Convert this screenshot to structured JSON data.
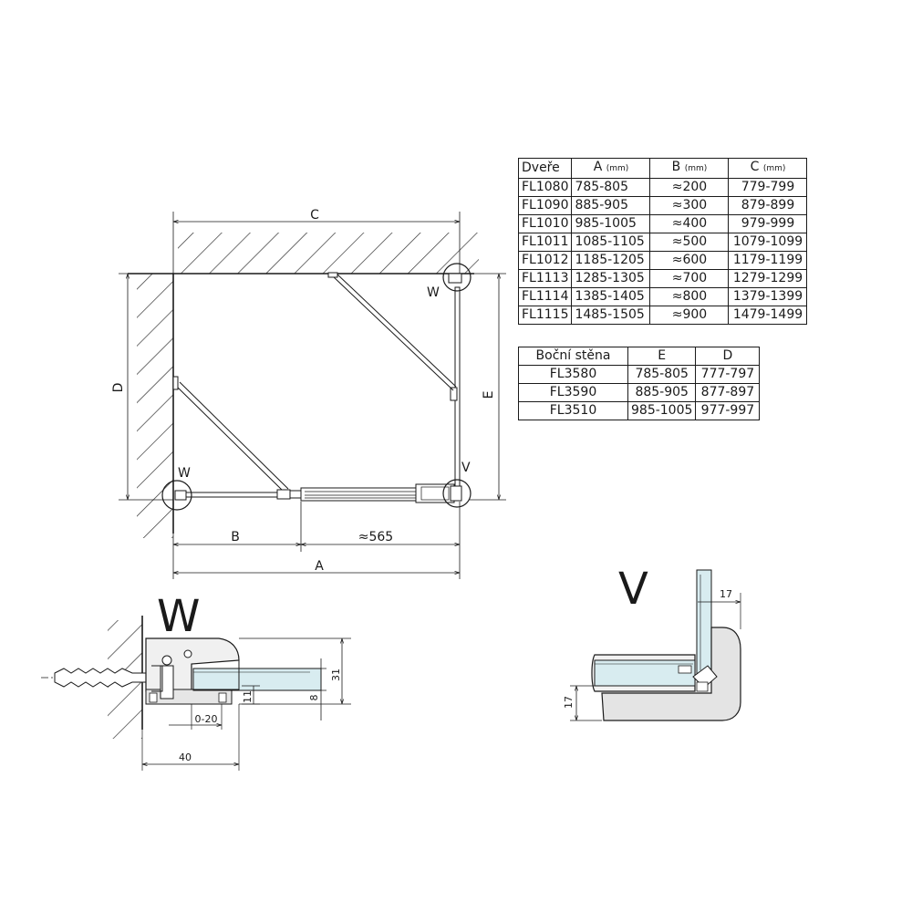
{
  "plan": {
    "dim_c": "C",
    "dim_d": "D",
    "dim_e": "E",
    "dim_a": "A",
    "dim_b": "B",
    "dim_door": "≈565",
    "hinge_w_top": "W",
    "hinge_w_left": "W",
    "hinge_v": "V"
  },
  "doors_table": {
    "headers": [
      {
        "label": "Dveře",
        "unit": ""
      },
      {
        "label": "A",
        "unit": "(mm)"
      },
      {
        "label": "B",
        "unit": "(mm)"
      },
      {
        "label": "C",
        "unit": "(mm)"
      }
    ],
    "rows": [
      [
        "FL1080",
        "785-805",
        "≈200",
        "779-799"
      ],
      [
        "FL1090",
        "885-905",
        "≈300",
        "879-899"
      ],
      [
        "FL1010",
        "985-1005",
        "≈400",
        "979-999"
      ],
      [
        "FL1011",
        "1085-1105",
        "≈500",
        "1079-1099"
      ],
      [
        "FL1012",
        "1185-1205",
        "≈600",
        "1179-1199"
      ],
      [
        "FL1113",
        "1285-1305",
        "≈700",
        "1279-1299"
      ],
      [
        "FL1114",
        "1385-1405",
        "≈800",
        "1379-1399"
      ],
      [
        "FL1115",
        "1485-1505",
        "≈900",
        "1479-1499"
      ]
    ]
  },
  "side_table": {
    "headers": [
      "Boční stěna",
      "E",
      "D"
    ],
    "rows": [
      [
        "FL3580",
        "785-805",
        "777-797"
      ],
      [
        "FL3590",
        "885-905",
        "877-897"
      ],
      [
        "FL3510",
        "985-1005",
        "977-997"
      ]
    ]
  },
  "detail_w": {
    "title": "W",
    "dim_31": "31",
    "dim_8": "8",
    "dim_11": "11",
    "dim_0_20": "0-20",
    "dim_40": "40"
  },
  "detail_v": {
    "title": "V",
    "dim_17_top": "17",
    "dim_17_left": "17"
  }
}
